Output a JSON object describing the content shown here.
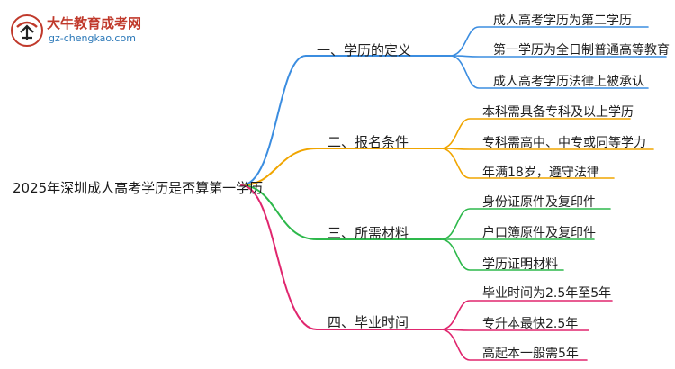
{
  "logo": {
    "title": "大牛教育成考网",
    "url": "gz-chengkao.com",
    "mark_color": "#c0392b"
  },
  "root": {
    "label": "2025年深圳成人高考学历是否算第一学历"
  },
  "branches": [
    {
      "label": "一、学历的定义",
      "color": "#3b8de0",
      "leaves": [
        "成人高考学历为第二学历",
        "第一学历为全日制普通高等教育",
        "成人高考学历法律上被承认"
      ]
    },
    {
      "label": "二、报名条件",
      "color": "#f0a500",
      "leaves": [
        "本科需具备专科及以上学历",
        "专科需高中、中专或同等学力",
        "年满18岁，遵守法律"
      ]
    },
    {
      "label": "三、所需材料",
      "color": "#2db84b",
      "leaves": [
        "身份证原件及复印件",
        "户口簿原件及复印件",
        "学历证明材料"
      ]
    },
    {
      "label": "四、毕业时间",
      "color": "#e0266e",
      "leaves": [
        "毕业时间为2.5年至5年",
        "专升本最快2.5年",
        "高起本一般需5年"
      ]
    }
  ]
}
